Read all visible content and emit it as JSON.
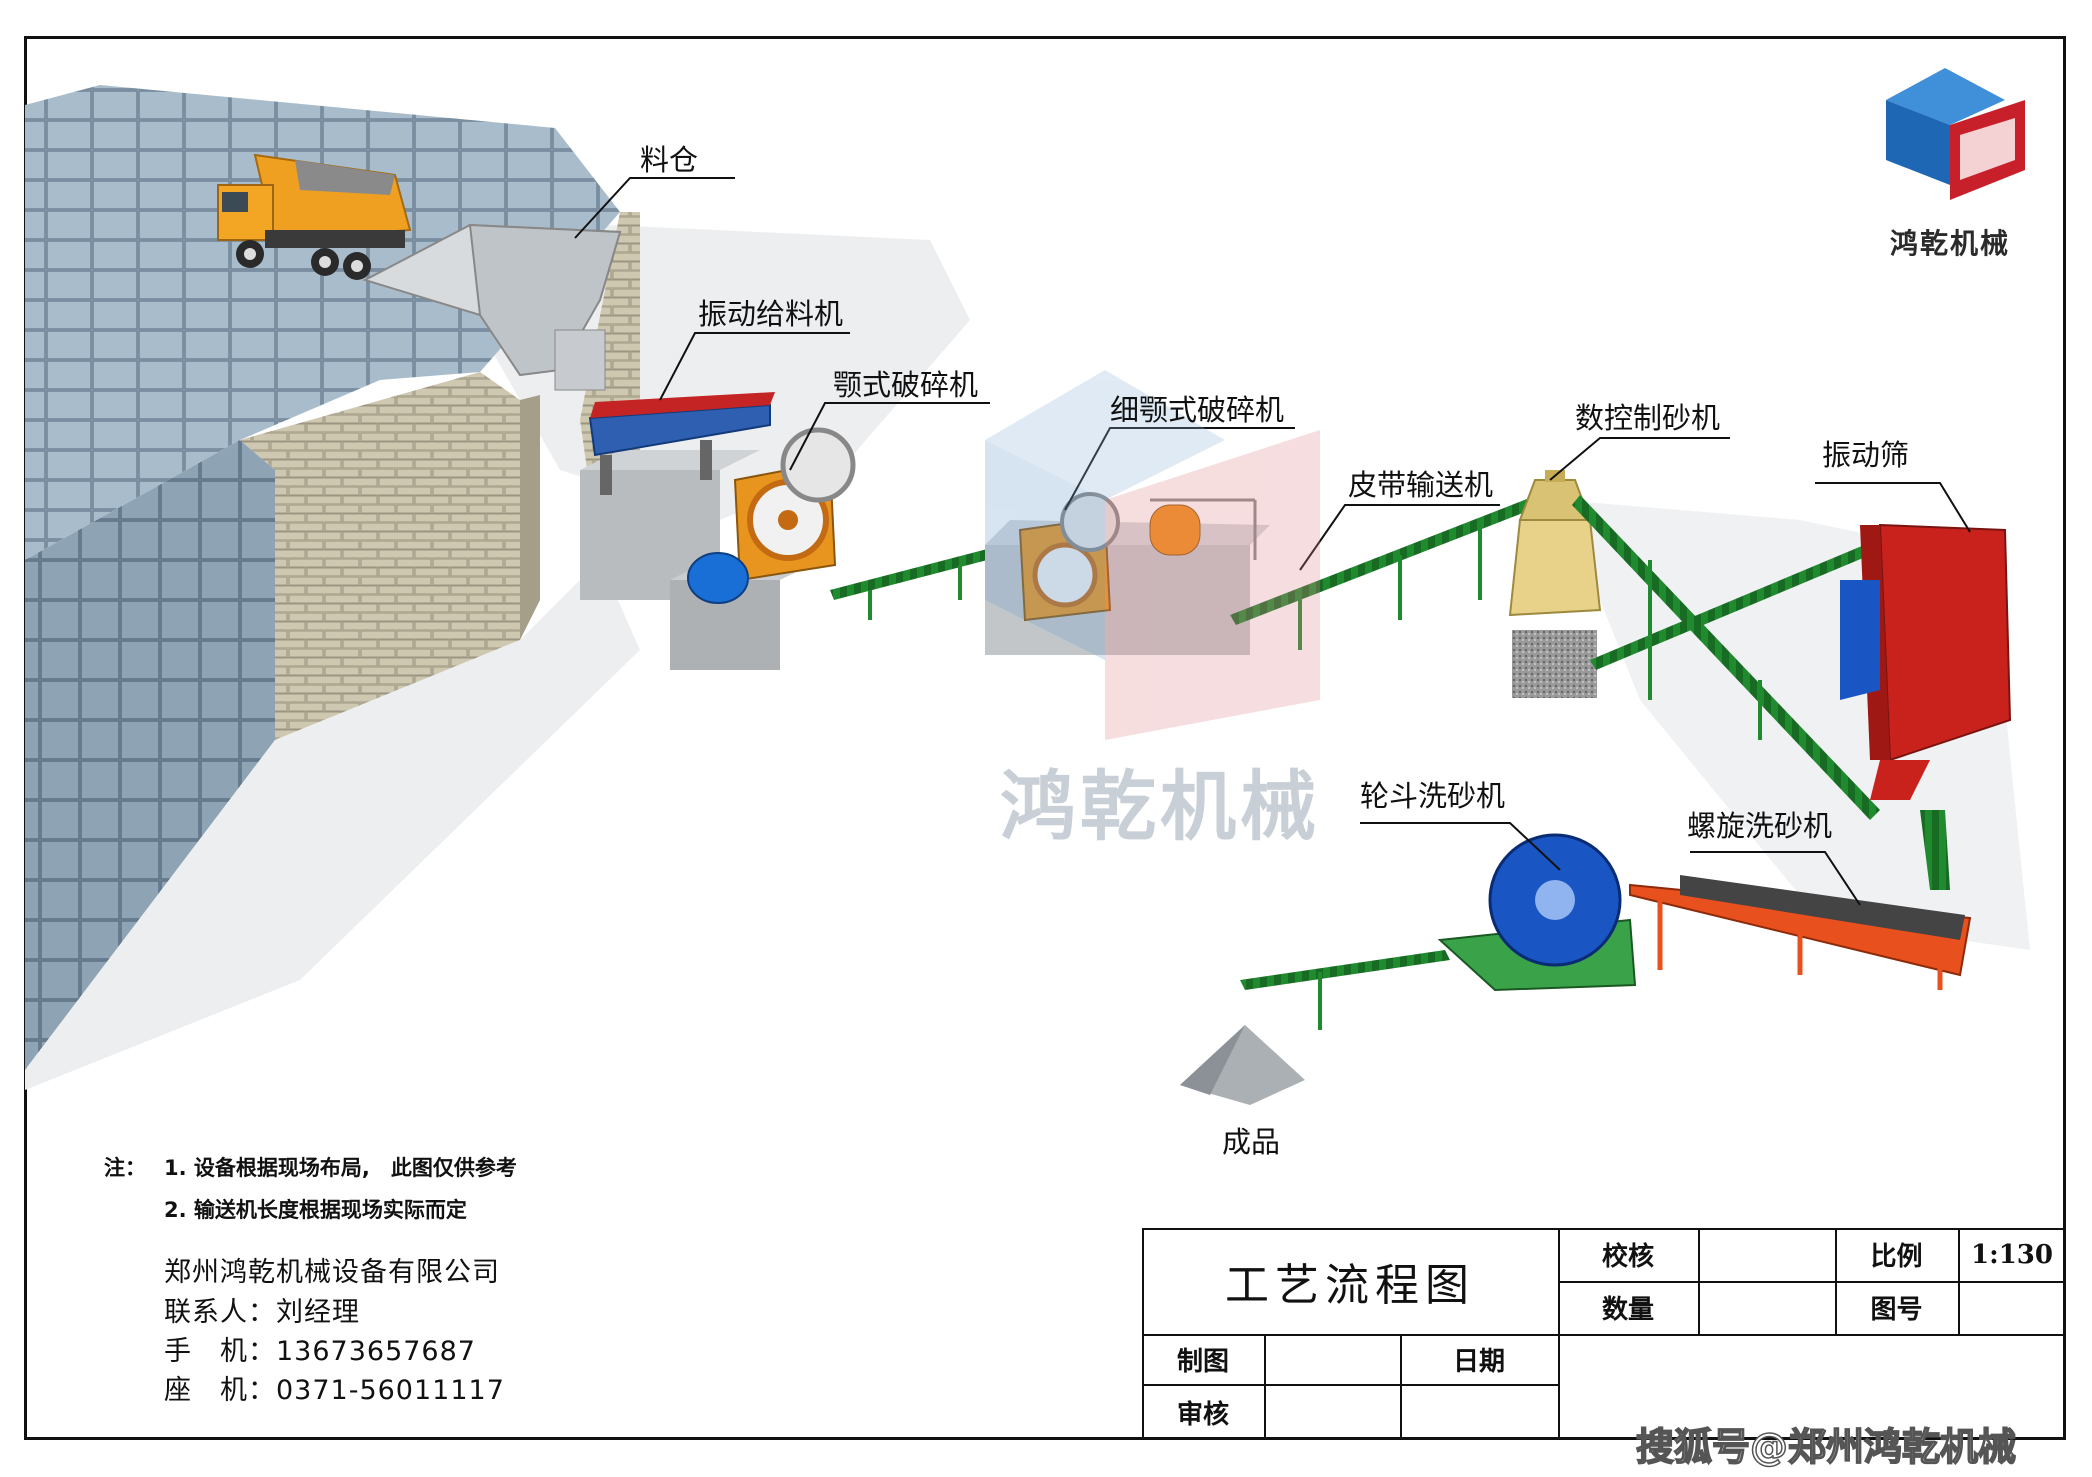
{
  "labels": {
    "hopper": "料仓",
    "feeder": "振动给料机",
    "jaw_crusher": "颚式破碎机",
    "fine_jaw_crusher": "细颚式破碎机",
    "belt_conveyor": "皮带输送机",
    "sand_maker": "数控制砂机",
    "vibrating_screen": "振动筛",
    "wheel_washer": "轮斗洗砂机",
    "spiral_washer": "螺旋洗砂机",
    "product": "成品"
  },
  "notes": {
    "prefix": "注：",
    "line1": "1. 设备根据现场布局,　此图仅供参考",
    "line2": "2. 输送机长度根据现场实际而定"
  },
  "contact": {
    "company": "郑州鸿乾机械设备有限公司",
    "person": "联系人：刘经理",
    "mobile": "手　机：13673657687",
    "phone": "座　机：0371-56011117"
  },
  "title_block": {
    "title": "工艺流程图",
    "check": "校核",
    "quantity": "数量",
    "scale_label": "比例",
    "scale_value": "1:130",
    "drawing_no": "图号",
    "drawn_by": "制图",
    "date": "日期",
    "review": "审核"
  },
  "brand": {
    "logo_text": "鸿乾机械",
    "watermark": "鸿乾机械",
    "footer_watermark": "搜狐号@郑州鸿乾机械"
  },
  "colors": {
    "stone": "#8aa1b3",
    "brick": "#b9b29a",
    "conveyor": "#1f8a2e",
    "crusher_orange": "#e8951f",
    "screen_red": "#c9221c",
    "washer_blue": "#1a55c4",
    "spiral_orange": "#e8501e",
    "logo_blue": "#1e67b5",
    "logo_red": "#c8202a"
  }
}
